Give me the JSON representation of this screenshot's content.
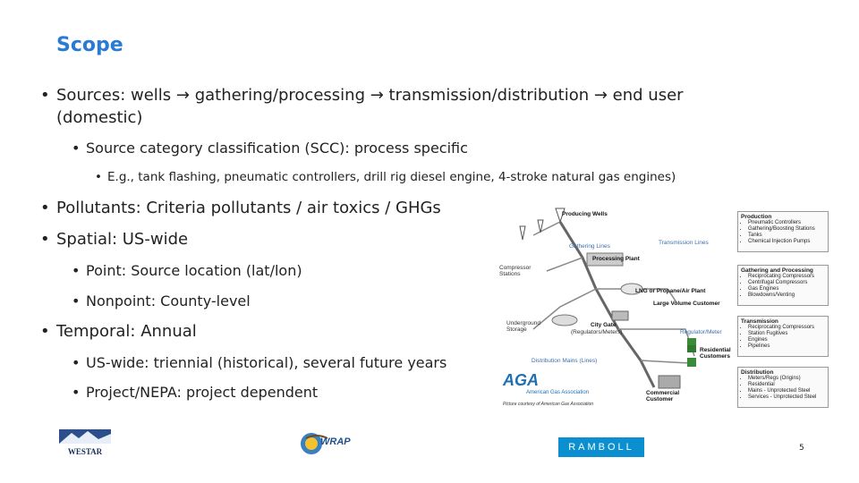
{
  "title": "Scope",
  "bullets": {
    "sources": "Sources: wells → gathering/processing → transmission/distribution → end user",
    "sources_cont": "(domestic)",
    "scc": "Source category classification (SCC):  process specific",
    "eg": "E.g., tank flashing, pneumatic controllers, drill rig diesel engine, 4-stroke natural gas engines)",
    "pollutants": "Pollutants:  Criteria pollutants / air toxics / GHGs",
    "spatial": "Spatial:  US-wide",
    "point": "Point: Source location (lat/lon)",
    "nonpoint": "Nonpoint: County-level",
    "temporal": "Temporal:  Annual",
    "uswide": "US-wide: triennial (historical), several future years",
    "project": "Project/NEPA: project dependent"
  },
  "diagram": {
    "labels": {
      "producing_wells": "Producing Wells",
      "gathering_lines": "Gathering Lines",
      "transmission_lines": "Transmission Lines",
      "processing_plant": "Processing Plant",
      "compressor_stations": "Compressor Stations",
      "lng_plant": "LNG or Propane/Air Plant",
      "large_volume": "Large Volume Customer",
      "underground_storage": "Underground Storage",
      "city_gate": "City Gate",
      "city_gate_sub": "(Regulators/Meters)",
      "regulator_meter": "Regulator/Meter",
      "residential": "Residential Customers",
      "distribution_mains": "Distribution Mains (Lines)",
      "commercial": "Commercial Customer",
      "aga_logo": "AGA",
      "aga_name": "American Gas Association",
      "aga_credit": "Picture courtesy of American Gas Association"
    },
    "legend": [
      {
        "heading": "Production",
        "items": [
          "Pneumatic Controllers",
          "Gathering/Boosting Stations",
          "Tanks",
          "Chemical Injection Pumps"
        ]
      },
      {
        "heading": "Gathering and Processing",
        "items": [
          "Reciprocating Compressors",
          "Centrifugal Compressors",
          "Gas Engines",
          "Blowdowns/Venting"
        ]
      },
      {
        "heading": "Transmission",
        "items": [
          "Reciprocating Compressors",
          "Station Fugitives",
          "Engines",
          "Pipelines"
        ]
      },
      {
        "heading": "Distribution",
        "items": [
          "Meters/Regs (Origins)",
          "Residential",
          "Mains - Unprotected Steel",
          "Services - Unprotected Steel"
        ]
      }
    ]
  },
  "footer": {
    "westar": "WESTAR",
    "wrap": "WRAP",
    "ramboll": "RAMBOLL",
    "page": "5"
  },
  "colors": {
    "title": "#2a7bd5",
    "ramboll": "#0b8fd0"
  }
}
